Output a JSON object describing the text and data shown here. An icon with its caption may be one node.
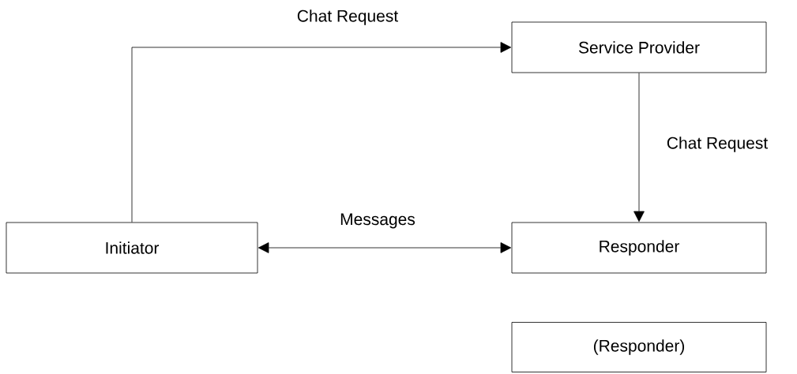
{
  "diagram": {
    "nodes": [
      {
        "text": [
          "Service Provider"
        ]
      },
      {
        "text": [
          "Initiator"
        ]
      },
      {
        "text": [
          "Responder"
        ]
      },
      {
        "text": [
          "(Responder)"
        ]
      }
    ],
    "edges": [
      {
        "from": 1,
        "to": 0,
        "arrow": "to",
        "label": "Chat Request"
      },
      {
        "from": 0,
        "to": 2,
        "arrow": "to",
        "label": "Chat Request"
      },
      {
        "from": 1,
        "to": 2,
        "arrow": "both",
        "label": "Messages"
      }
    ]
  }
}
